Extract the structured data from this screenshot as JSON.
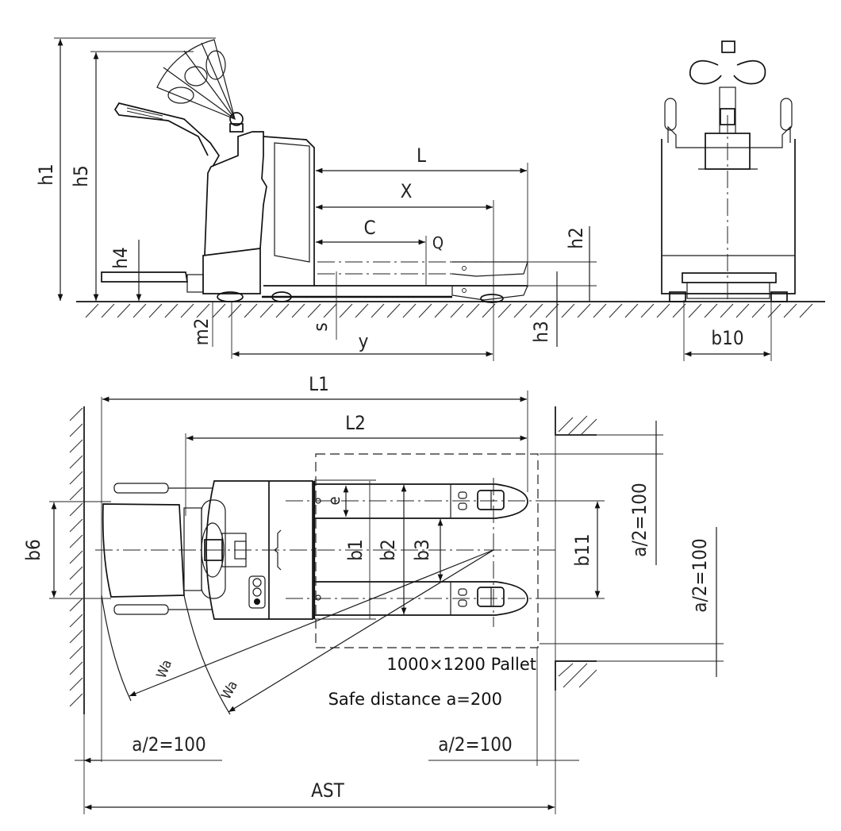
{
  "diagram": {
    "subject": "Electric pallet truck dimension drawing",
    "views": [
      "side-view",
      "front-view",
      "top-view"
    ],
    "colors": {
      "line": "#1a1a1a",
      "background": "#ffffff"
    }
  },
  "side_view": {
    "labels": {
      "h1": "h1",
      "h5": "h5",
      "h4": "h4",
      "m2": "m2",
      "s": "s",
      "y": "y",
      "L": "L",
      "X": "X",
      "C": "C",
      "Q": "Q",
      "h2": "h2",
      "h3": "h3"
    }
  },
  "front_view": {
    "labels": {
      "b10": "b10"
    }
  },
  "top_view": {
    "labels": {
      "L1": "L1",
      "L2": "L2",
      "b6": "b6",
      "e": "e",
      "b1": "b1",
      "b2": "b2",
      "b3": "b3",
      "b11": "b11",
      "Wa_outer": "Wa",
      "Wa_inner": "Wa",
      "a_half_right_upper": "a/2=100",
      "a_half_right_lower": "a/2=100",
      "a_half_bottom_left": "a/2=100",
      "a_half_bottom_right": "a/2=100",
      "AST": "AST"
    },
    "notes": {
      "pallet": "1000×1200 Pallet",
      "safe_distance": "Safe distance a=200"
    }
  }
}
